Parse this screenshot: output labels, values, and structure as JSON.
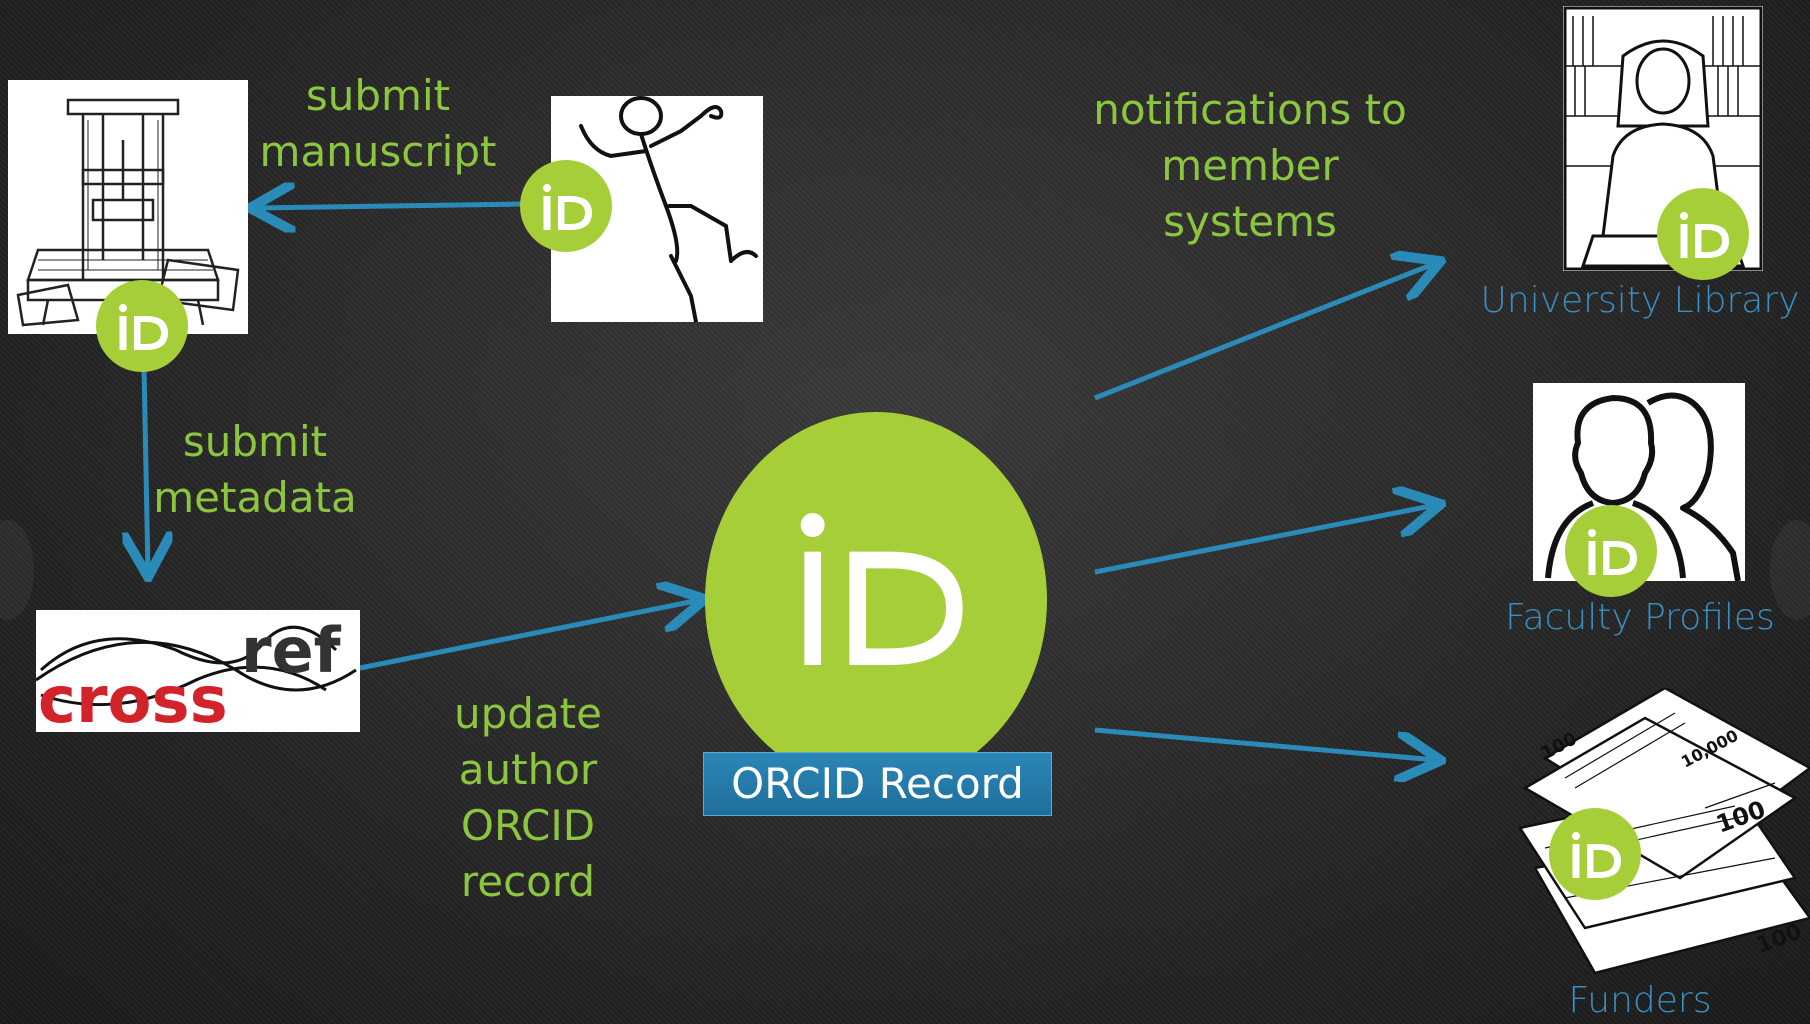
{
  "labels": {
    "submit_manuscript": [
      "submit",
      "manuscript"
    ],
    "submit_metadata": [
      "submit",
      "metadata"
    ],
    "update_record": [
      "update",
      "author",
      "ORCID",
      "record"
    ],
    "notifications": [
      "notifications to",
      "member",
      "systems"
    ]
  },
  "center": {
    "record_label": "ORCID Record"
  },
  "destinations": {
    "library": "University Library",
    "faculty": "Faculty Profiles",
    "funders": "Funders"
  },
  "crossref_logo": {
    "word1": "cross",
    "word2": "ref"
  },
  "icons": [
    "printing-press-icon",
    "researcher-stick-figure-icon",
    "librarian-icon",
    "faculty-people-icon",
    "money-stack-icon",
    "orcid-id-icon"
  ],
  "colors": {
    "accent_green": "#a6ce39",
    "text_green": "#8cc63f",
    "arrow_blue": "#2a8ab8",
    "label_blue": "#3a8fc2",
    "crossref_red": "#d2232a"
  }
}
